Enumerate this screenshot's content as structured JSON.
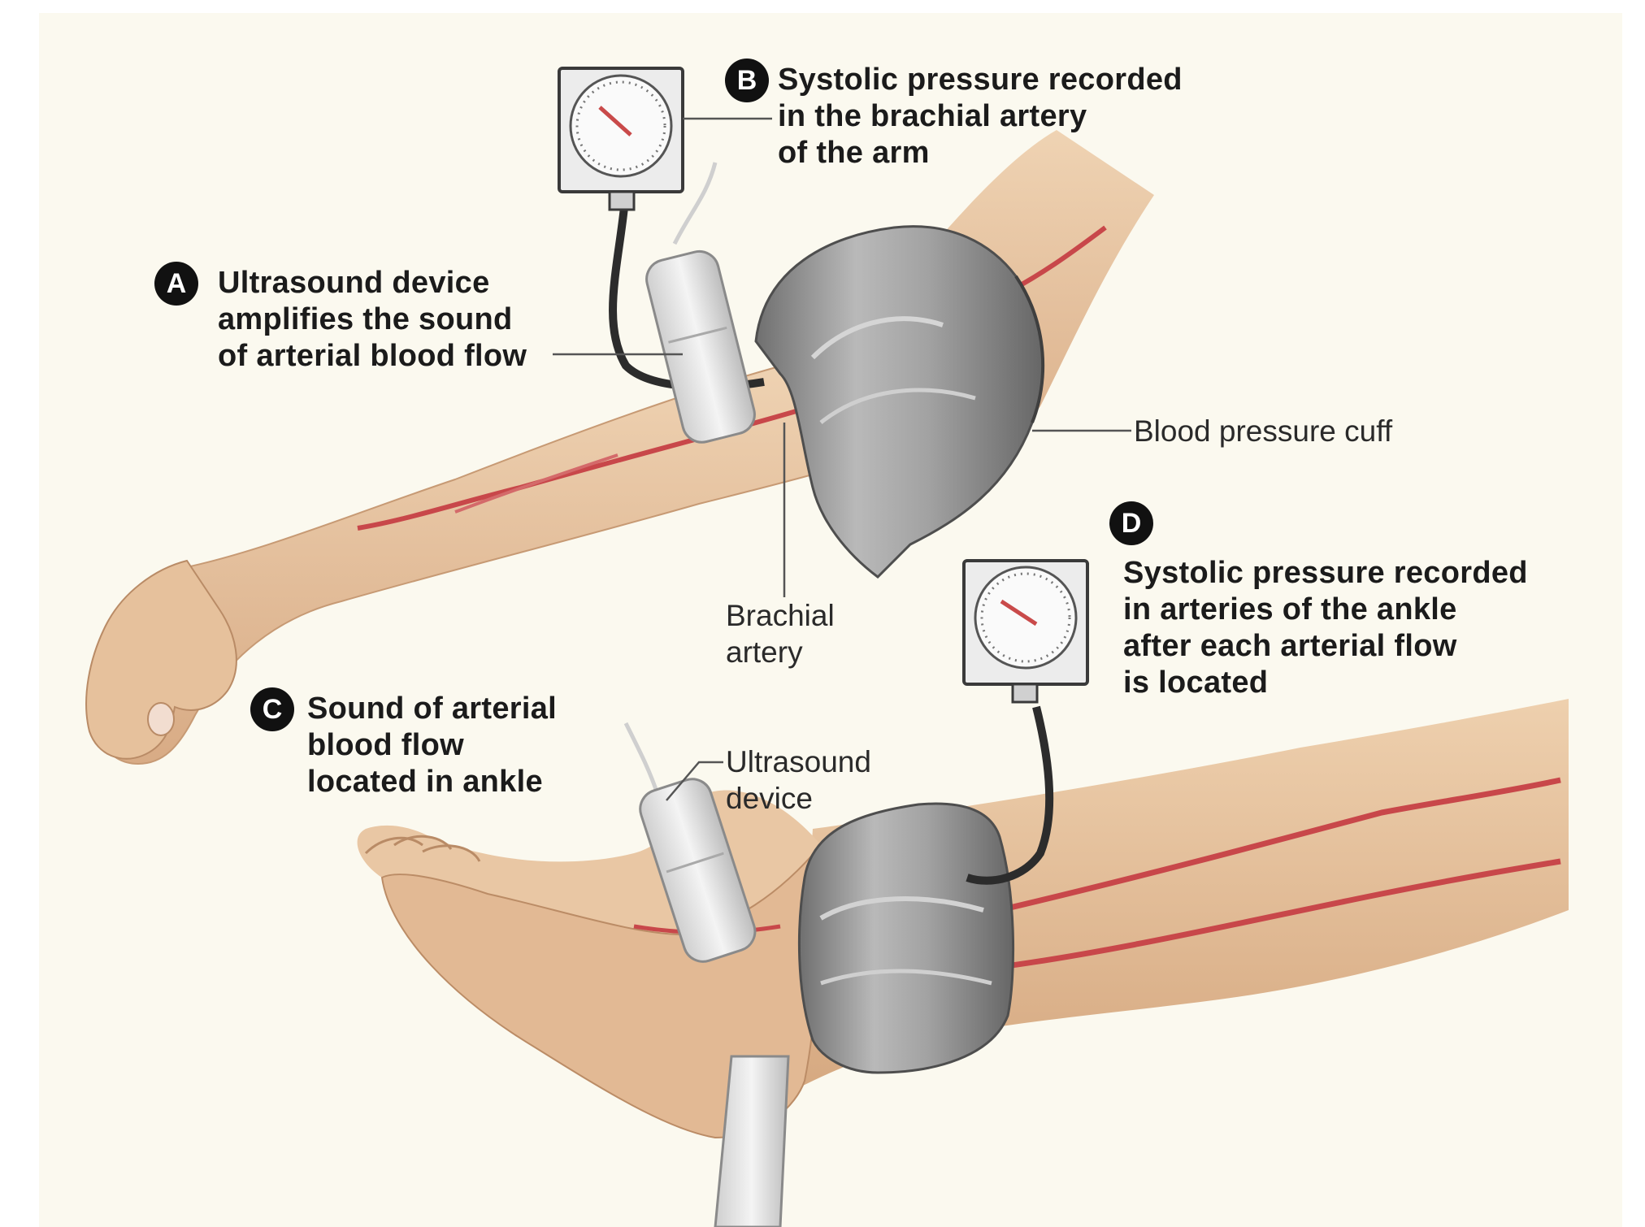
{
  "callouts": {
    "A": {
      "badge": "A",
      "lines": [
        "Ultrasound device",
        "amplifies the sound",
        "of arterial blood flow"
      ]
    },
    "B": {
      "badge": "B",
      "lines": [
        "Systolic pressure recorded",
        "in the brachial artery",
        "of the arm"
      ]
    },
    "C": {
      "badge": "C",
      "lines": [
        "Sound of arterial",
        "blood flow",
        "located in ankle"
      ]
    },
    "D": {
      "badge": "D",
      "lines": [
        "Systolic pressure recorded",
        "in arteries of the ankle",
        "after each arterial flow",
        "is located"
      ]
    }
  },
  "labels": {
    "cuff": "Blood pressure cuff",
    "brachial": [
      "Brachial",
      "artery"
    ],
    "ultrasound": [
      "Ultrasound",
      "device"
    ]
  },
  "colors": {
    "background": "#fbf9ef",
    "skin": "#e9c7a4",
    "skin_shadow": "#d2a47e",
    "artery": "#c8474a",
    "cuff": "#8f8f8f",
    "gauge": "#d9d9d9",
    "needle": "#c94a4a"
  }
}
